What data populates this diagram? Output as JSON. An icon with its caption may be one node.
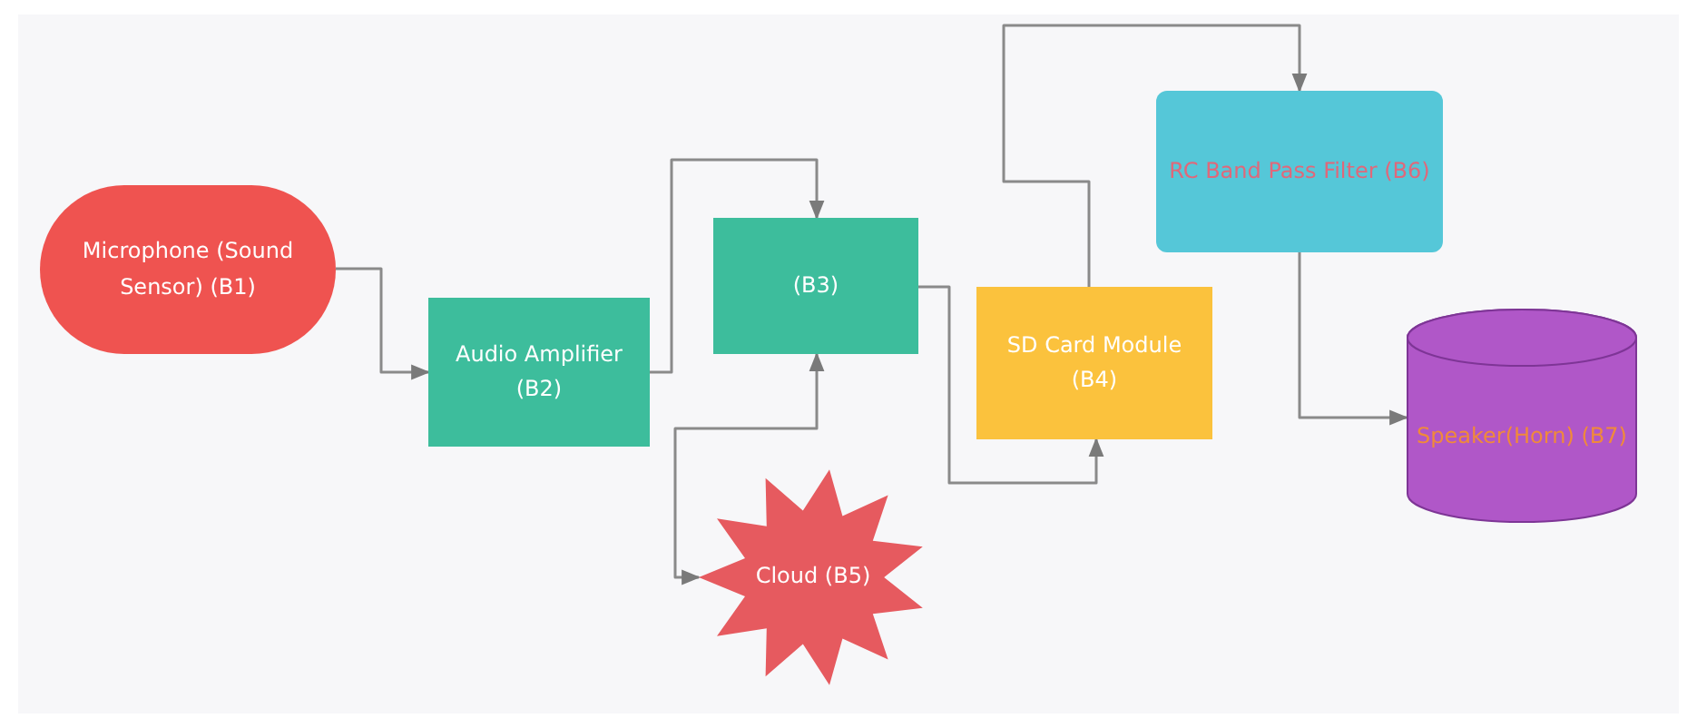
{
  "diagram": {
    "nodes": [
      {
        "text": [
          "Microphone (Sound Sensor) (B1)"
        ]
      },
      {
        "text": [
          "Audio Amplifier (B2)"
        ]
      },
      {
        "text": [
          "(B3)"
        ]
      },
      {
        "text": [
          "SD Card Module (B4)"
        ]
      },
      {
        "text": [
          "Cloud (B5)"
        ]
      },
      {
        "text": [
          "RC Band Pass Filter (B6)"
        ]
      },
      {
        "text": [
          "Speaker(Horn) (B7)"
        ]
      }
    ],
    "edges": [
      {
        "from": 0,
        "to": 1,
        "arrow": "to"
      },
      {
        "from": 1,
        "to": 2,
        "arrow": "to"
      },
      {
        "from": 2,
        "to": 3,
        "arrow": "to"
      },
      {
        "from": 4,
        "to": 2,
        "arrow": "both"
      },
      {
        "from": 3,
        "to": 5,
        "arrow": "to"
      },
      {
        "from": 5,
        "to": 6,
        "arrow": "to"
      }
    ]
  }
}
